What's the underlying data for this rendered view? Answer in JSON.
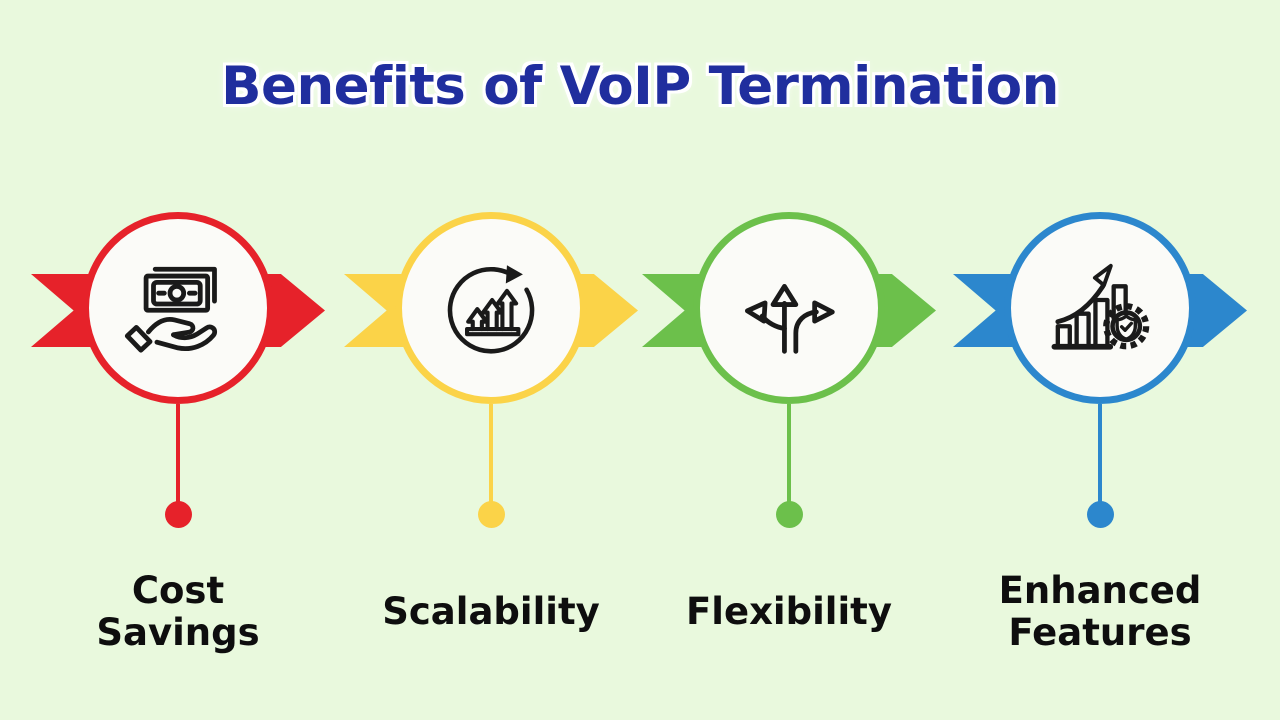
{
  "title": "Benefits of VoIP Termination",
  "colors": {
    "background": "#e9f9dd",
    "title_text": "#202e9e",
    "title_halo": "#ffffff",
    "label_text": "#0e0e0e",
    "circle_fill": "#fbfbf8",
    "icon_stroke": "#1a1a1a"
  },
  "items": [
    {
      "label": "Cost Savings",
      "label_lines": [
        "Cost",
        "Savings"
      ],
      "color": "#e6222a",
      "icon": "money-in-hand-icon"
    },
    {
      "label": "Scalability",
      "label_lines": [
        "Scalability"
      ],
      "color": "#fbd348",
      "icon": "growth-cycle-icon"
    },
    {
      "label": "Flexibility",
      "label_lines": [
        "Flexibility"
      ],
      "color": "#6cc04b",
      "icon": "branching-arrows-icon"
    },
    {
      "label": "Enhanced Features",
      "label_lines": [
        "Enhanced",
        "Features"
      ],
      "color": "#2c87cd",
      "icon": "chart-gear-shield-icon"
    }
  ]
}
